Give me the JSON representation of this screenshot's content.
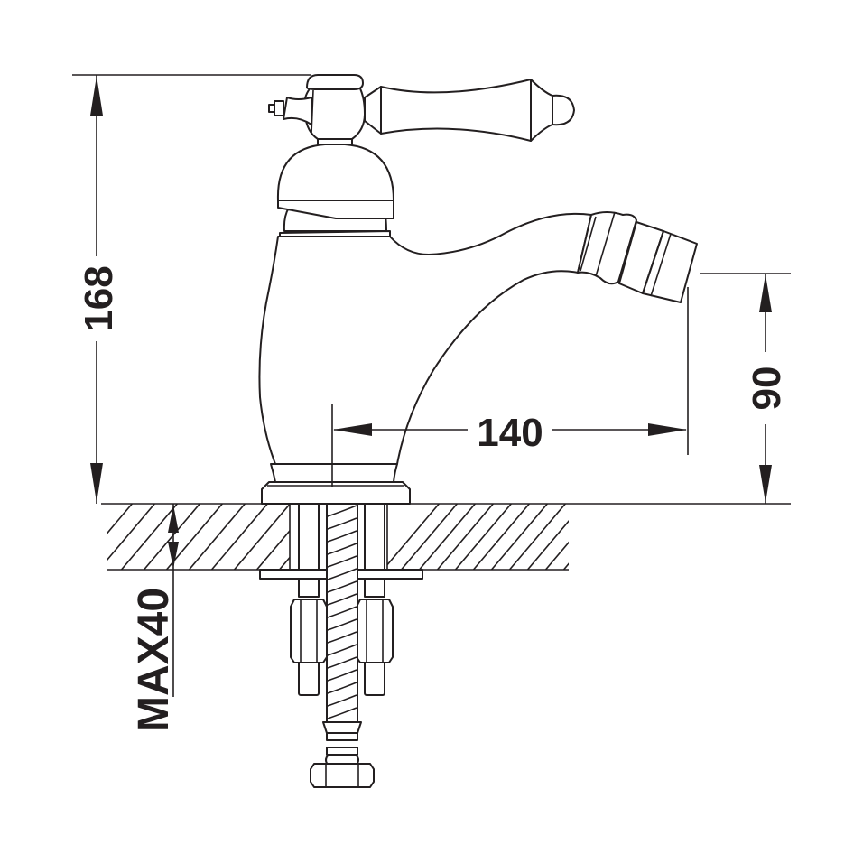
{
  "drawing": {
    "title": "Bidet mixer faucet dimension drawing",
    "units": "mm",
    "line_color": "#231f20",
    "background": "#ffffff"
  },
  "dimensions": {
    "total_height": {
      "label": "168",
      "orientation": "vertical"
    },
    "spout_reach": {
      "label": "140",
      "orientation": "horizontal"
    },
    "spout_outlet_height": {
      "label": "90",
      "orientation": "vertical"
    },
    "max_deck_thickness": {
      "label": "MAX40",
      "orientation": "vertical"
    }
  },
  "parts": [
    "lever-handle",
    "handle-hub",
    "dome-cap",
    "faucet-body",
    "curved-spout",
    "spout-nozzle",
    "base-ring",
    "countertop-section",
    "mounting-studs",
    "hex-nuts",
    "braided-supply-hose",
    "hose-connector-nut"
  ]
}
